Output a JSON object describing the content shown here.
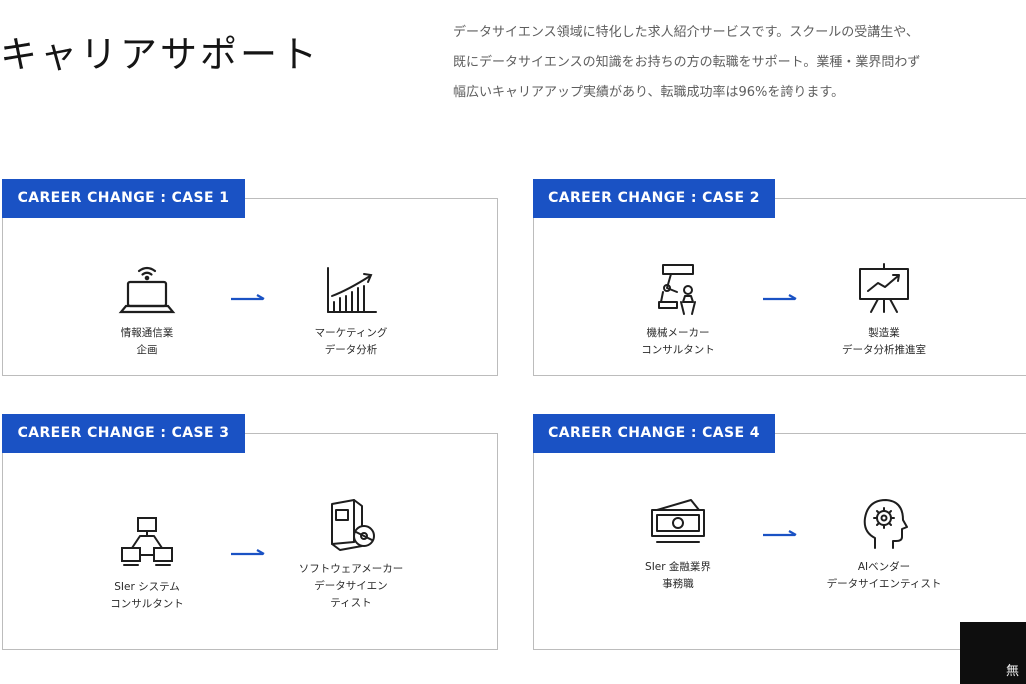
{
  "header": {
    "title": "キャリアサポート",
    "intro_lines": [
      "データサイエンス領域に特化した求人紹介サービスです。スクールの受講生や、",
      "既にデータサイエンスの知識をお持ちの方の転職をサポート。業種・業界問わず",
      "幅広いキャリアアップ実績があり、転職成功率は96%を誇ります。"
    ]
  },
  "accent_color": "#1a52c4",
  "cases": [
    {
      "label": "CAREER CHANGE : CASE 1",
      "from": {
        "icon": "laptop-icon",
        "lines": [
          "情報通信業",
          "企画"
        ]
      },
      "to": {
        "icon": "bar-chart-icon",
        "lines": [
          "マーケティング",
          "データ分析"
        ]
      }
    },
    {
      "label": "CAREER CHANGE : CASE 2",
      "from": {
        "icon": "robot-arm-icon",
        "lines": [
          "機械メーカー",
          "コンサルタント"
        ]
      },
      "to": {
        "icon": "presentation-board-icon",
        "lines": [
          "製造業",
          "データ分析推進室"
        ]
      }
    },
    {
      "label": "CAREER CHANGE : CASE 3",
      "from": {
        "icon": "network-icon",
        "lines": [
          "SIer システム",
          "コンサルタント"
        ]
      },
      "to": {
        "icon": "software-package-icon",
        "lines": [
          "ソフトウェアメーカー",
          "データサイエン",
          "ティスト"
        ]
      }
    },
    {
      "label": "CAREER CHANGE : CASE 4",
      "from": {
        "icon": "money-icon",
        "lines": [
          "SIer 金融業界",
          "事務職"
        ]
      },
      "to": {
        "icon": "ai-head-icon",
        "lines": [
          "AIベンダー",
          "データサイエンティスト"
        ]
      }
    }
  ],
  "corner_overlay": {
    "text": "無"
  }
}
